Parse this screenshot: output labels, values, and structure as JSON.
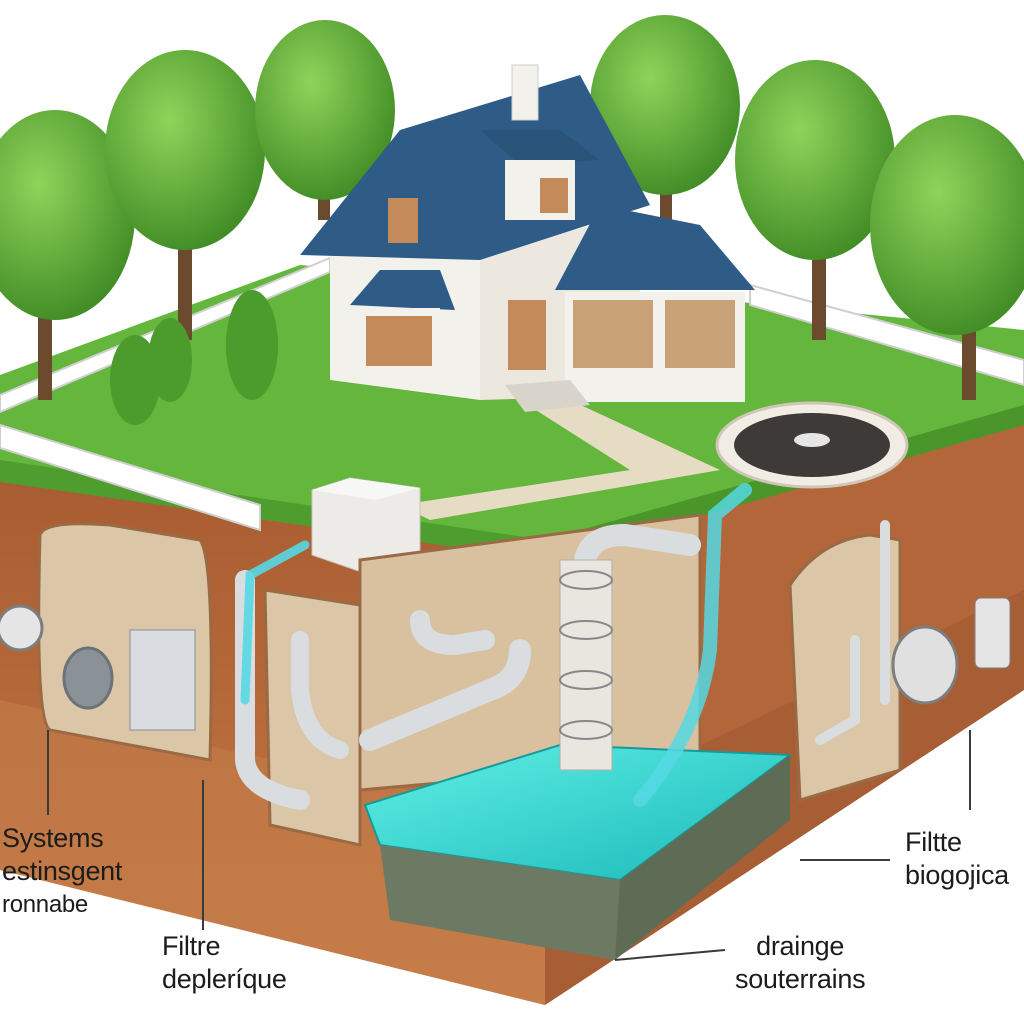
{
  "labels": {
    "left": [
      "Systems",
      "estinsgent",
      "ronnabe"
    ],
    "bottom_left": [
      "Filtre",
      "depleríque"
    ],
    "bottom_center": [
      "drainge",
      "souterrains"
    ],
    "right": [
      "Filtte",
      "biogojica"
    ]
  },
  "colors": {
    "grass": "#5fb43a",
    "grass_light": "#7cc84c",
    "soil": "#b5683a",
    "soil_dark": "#8f4e27",
    "cavity": "#dcc6a8",
    "water": "#2fd6d0",
    "roof": "#2f5c86",
    "wall": "#f3f1ec",
    "pipe": "#d9dde0",
    "tree": "#4e9a2e",
    "trunk": "#6b4a2e"
  }
}
